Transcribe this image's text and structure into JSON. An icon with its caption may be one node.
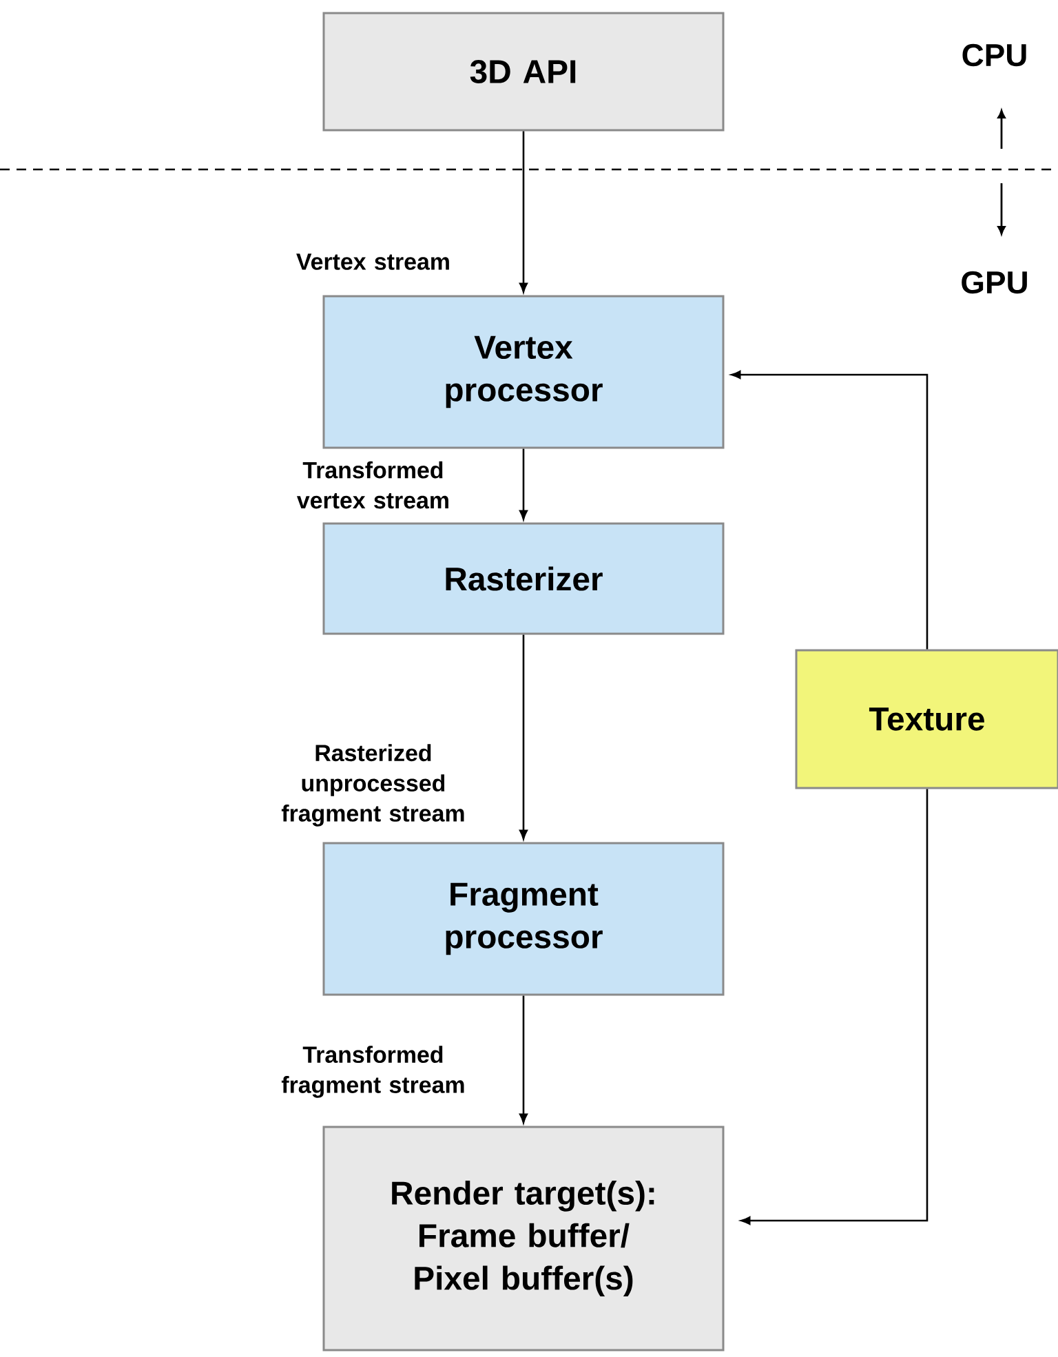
{
  "diagram": {
    "nodes": [
      {
        "text": [
          "3D API"
        ]
      },
      {
        "text": [
          "Vertex processor"
        ]
      },
      {
        "text": [
          "Rasterizer"
        ]
      },
      {
        "text": [
          "Fragment processor"
        ]
      },
      {
        "text": [
          "Render target(s): Frame buffer/ Pixel buffer(s)"
        ]
      },
      {
        "text": [
          "Texture"
        ]
      }
    ],
    "edges": [
      {
        "from": 0,
        "to": 1,
        "arrow": "to",
        "label": "Vertex stream"
      },
      {
        "from": 1,
        "to": 2,
        "arrow": "to",
        "label": "Transformed vertex stream"
      },
      {
        "from": 2,
        "to": 3,
        "arrow": "to",
        "label": "Rasterized unprocessed fragment stream"
      },
      {
        "from": 3,
        "to": 4,
        "arrow": "to",
        "label": "Transformed fragment stream"
      },
      {
        "from": 5,
        "to": 1,
        "arrow": "to"
      },
      {
        "from": 5,
        "to": 4,
        "arrow": "to"
      }
    ],
    "labels": [
      "CPU",
      "GPU"
    ]
  }
}
